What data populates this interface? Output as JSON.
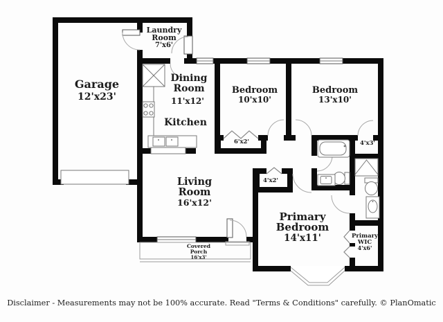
{
  "meta": {
    "background_color": "#fdfdfd",
    "wall_color": "#0b0b0b",
    "label_color": "#1c1c1c"
  },
  "rooms": {
    "garage": {
      "name": "Garage",
      "dims": "12'x23'"
    },
    "laundry": {
      "line1": "Laundry",
      "line2": "Room",
      "dims": "7'x6'"
    },
    "dining": {
      "line1": "Dining",
      "line2": "Room",
      "dims": "11'x12'"
    },
    "kitchen": {
      "name": "Kitchen"
    },
    "bedroom_small": {
      "name": "Bedroom",
      "dims": "10'x10'"
    },
    "bedroom_mid": {
      "name": "Bedroom",
      "dims": "13'x10'"
    },
    "living": {
      "line1": "Living",
      "line2": "Room",
      "dims": "16'x12'"
    },
    "primary_bedroom": {
      "line1": "Primary",
      "line2": "Bedroom",
      "dims": "14'x11'"
    },
    "primary_wic": {
      "line1": "Primary",
      "line2": "WIC",
      "dims": "4'x6'"
    },
    "porch": {
      "line1": "Covered",
      "line2": "Porch",
      "dims": "16'x3'"
    },
    "closet_bedroom_small": {
      "dims": "6'x2'"
    },
    "closet_bedroom_mid": {
      "dims": "4'x3'"
    },
    "closet_hall": {
      "dims": "4'x2'"
    }
  },
  "footer": {
    "disclaimer": "Disclaimer - Measurements may not be 100% accurate. Read \"Terms & Conditions\" carefully. © PlanOmatic"
  }
}
